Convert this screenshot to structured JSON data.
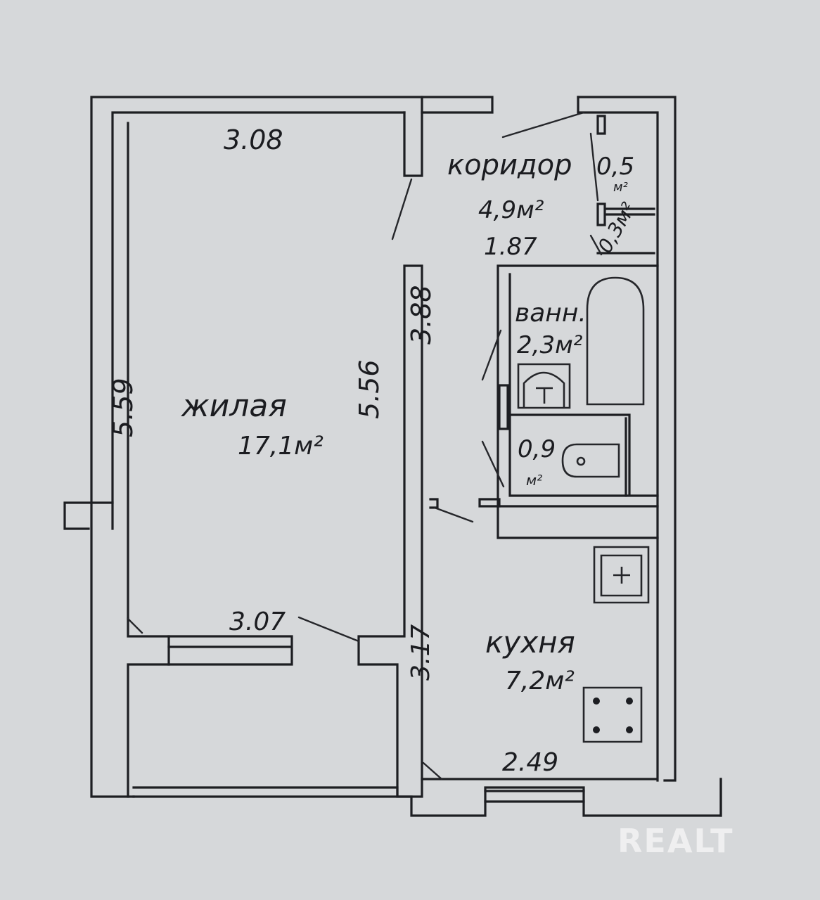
{
  "rooms": {
    "living": {
      "name": "жилая",
      "area": "17,1м²"
    },
    "corridor": {
      "name": "коридор",
      "area": "4,9м²"
    },
    "bath": {
      "name": "ванн.",
      "area": "2,3м²"
    },
    "kitchen": {
      "name": "кухня",
      "area": "7,2м²"
    },
    "wc": {
      "area": "0,9",
      "unit": "м²"
    },
    "closet_a": {
      "area": "0,5",
      "unit": "м²"
    },
    "closet_b": {
      "area": "0,3м²"
    }
  },
  "dimensions": {
    "living_top": "3.08",
    "living_left": "5.59",
    "living_right": "5.56",
    "living_bottom": "3.07",
    "corridor_width": "1.87",
    "corridor_length": "3.88",
    "kitchen_side": "3.17",
    "kitchen_bottom": "2.49"
  },
  "watermark": "REALT"
}
